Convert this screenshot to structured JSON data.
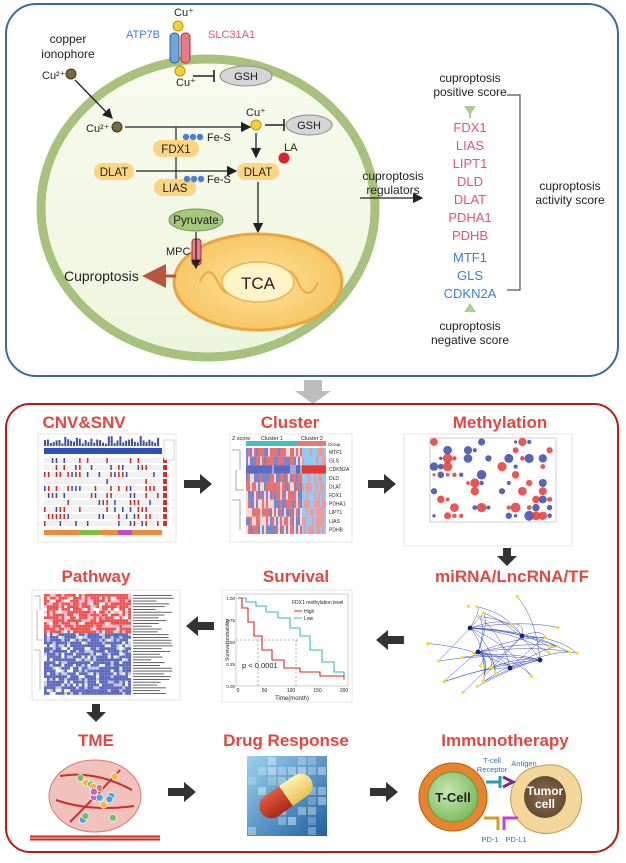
{
  "top": {
    "cu_plus": "Cu⁺",
    "cu2_plus": "Cu²⁺",
    "atp7b": "ATP7B",
    "slc31a1": "SLC31A1",
    "copper_ionophore_1": "copper",
    "copper_ionophore_2": "ionophore",
    "gsh": "GSH",
    "fdx1": "FDX1",
    "fes": "Fe-S",
    "dlat": "DLAT",
    "lias": "LIAS",
    "la": "LA",
    "pyruvate": "Pyruvate",
    "mpc": "MPC",
    "tca": "TCA",
    "cuproptosis": "Cuproptosis",
    "regulators_1": "cuproptosis",
    "regulators_2": "regulators",
    "positive_1": "cuproptosis",
    "positive_2": "positive score",
    "negative_1": "cuproptosis",
    "negative_2": "negative score",
    "activity_1": "cuproptosis",
    "activity_2": "activity score",
    "positive_genes": [
      "FDX1",
      "LIAS",
      "LIPT1",
      "DLD",
      "DLAT",
      "PDHA1",
      "PDHB"
    ],
    "negative_genes": [
      "MTF1",
      "GLS",
      "CDKN2A"
    ],
    "colors": {
      "positive": "#e2547a",
      "negative": "#3b82c8",
      "cell_border": "#a6c27d",
      "frame_top": "#3d6a9a",
      "frame_bottom": "#b51c1c"
    }
  },
  "panels": {
    "cnv": "CNV&SNV",
    "cluster": "Cluster",
    "methylation": "Methylation",
    "mirna": "miRNA/LncRNA/TF",
    "survival": "Survival",
    "pathway": "Pathway",
    "tme": "TME",
    "drug": "Drug Response",
    "immuno": "Immunotherapy"
  },
  "cluster_panel": {
    "legend": "Z score",
    "cluster1": "Cluster 1",
    "cluster2": "Cluster 2",
    "group": "Group",
    "genes": [
      "MTF1",
      "GLS",
      "CDKN2A",
      "DLD",
      "DLAT",
      "FDX1",
      "PDHA1",
      "LIPT1",
      "LIAS",
      "PDHB"
    ]
  },
  "survival_panel": {
    "legend_title": "FDX1 methylation level",
    "high": "High",
    "low": "Low",
    "pvalue": "p < 0.0001",
    "xlabel": "Time(month)",
    "ylabel": "Survival probability",
    "xticks": [
      "0",
      "50",
      "100",
      "150",
      "200"
    ],
    "yticks": [
      "0.00",
      "0.25",
      "0.50",
      "0.75",
      "1.00"
    ]
  },
  "immuno_panel": {
    "tcell": "T-Cell",
    "tumor_1": "Tumor",
    "tumor_2": "cell",
    "receptor_1": "T-cell",
    "receptor_2": "Receptor",
    "antigen": "Antigen",
    "pd1": "PD-1",
    "pdl1": "PD-L1"
  }
}
